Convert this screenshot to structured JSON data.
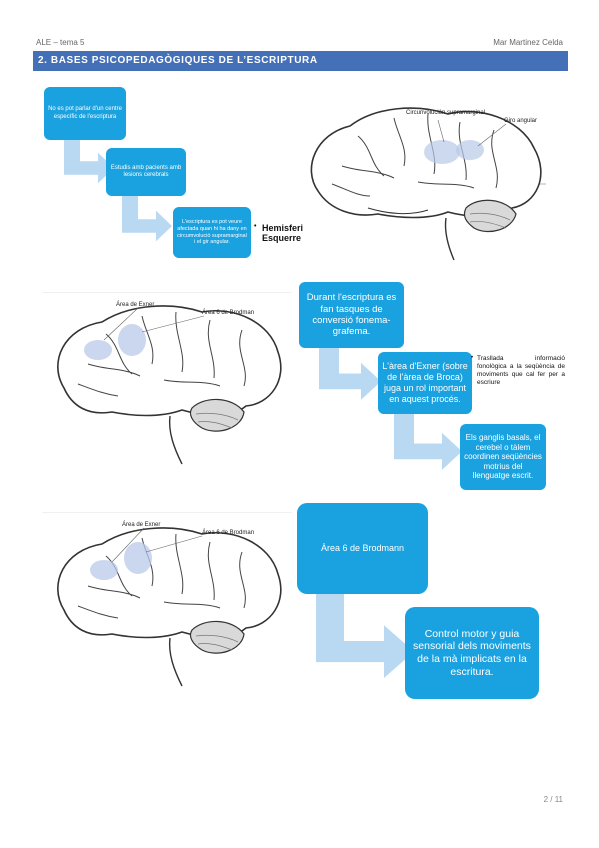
{
  "header": {
    "left": "ALE – tema 5",
    "right": "Mar Martinez Celda"
  },
  "section_title": "2. BASES PSICOPEDAGÒGIQUES DE L’ESCRIPTURA",
  "flow1": {
    "box1": "No es pot parlar d'un centre específic de l'escriptura",
    "box2": "Estudis amb pacients amb lesions cerebrals",
    "box3": "L'escriptura es pot veure afectada quan hi ha dany en circumvolució supramarginal i el gir angular.",
    "side": "Hemisferi Esquerre"
  },
  "brain1": {
    "label_a": "Circunvolución supramarginal",
    "label_b": "Giro angular"
  },
  "brain2": {
    "label_a": "Área de Exner",
    "label_b": "Área 6 de Brodman"
  },
  "flow2": {
    "box1": "Durant l'escriptura es fan tasques de conversió fonema-grafema.",
    "box2": "L'àrea d'Exner (sobre de l'àrea de Broca) juga un rol important en aquest procés.",
    "box3": "Els ganglis basals, el cerebel o tàlem coordinen seqüències motrius del llenguatge escrit.",
    "side": "Trasllada informació fonològica a la seqüència de moviments que cal fer per a escriure"
  },
  "brain3": {
    "label_a": "Área de Exner",
    "label_b": "Área 6 de Brodman"
  },
  "flow3": {
    "box1": "Àrea 6 de Brodmann",
    "box2": "Control motor y guia sensorial dels moviments de la mà implicats en la escritura."
  },
  "footer": {
    "page": "2 / 11"
  },
  "colors": {
    "banner": "#4470b8",
    "box": "#1aa1df",
    "arrow": "#b9d9f2"
  }
}
